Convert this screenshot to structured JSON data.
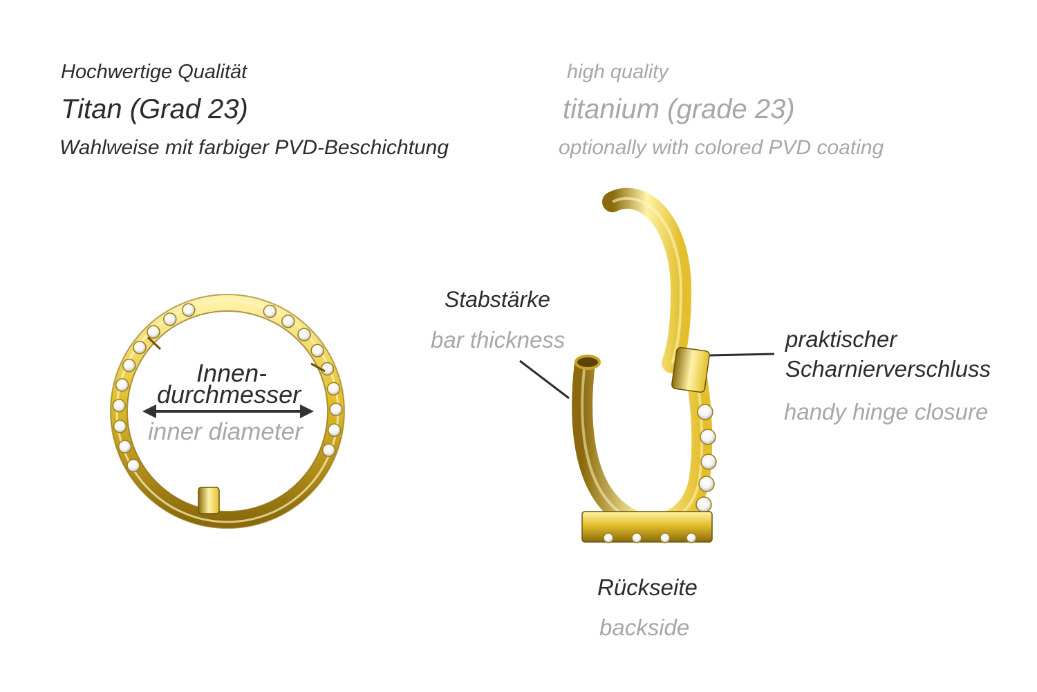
{
  "colors": {
    "text_german": "#2b2b2b",
    "text_english": "#a7a7a7",
    "gold_light": "#fff2a8",
    "gold_mid": "#e3bf2c",
    "gold_dark": "#8a6a0c",
    "crystal": "#f4f4f4",
    "leader_line": "#2b2b2b"
  },
  "header": {
    "german": {
      "line1": "Hochwertige Qualität",
      "line2": "Titan (Grad 23)",
      "line3": "Wahlweise mit farbiger PVD-Beschichtung"
    },
    "english": {
      "line1": "high quality",
      "line2": "titanium (grade 23)",
      "line3": "optionally with colored PVD coating"
    }
  },
  "front_view": {
    "label_german_line1": "Innen-",
    "label_german_line2": "durchmesser",
    "label_english": "inner diameter",
    "arrow_icon": "double-arrow-icon"
  },
  "side_view": {
    "bar_thickness": {
      "german": "Stabstärke",
      "english": "bar thickness"
    },
    "hinge": {
      "german_line1": "praktischer",
      "german_line2": "Scharnierverschluss",
      "english": "handy hinge closure"
    },
    "backside": {
      "german": "Rückseite",
      "english": "backside"
    }
  }
}
